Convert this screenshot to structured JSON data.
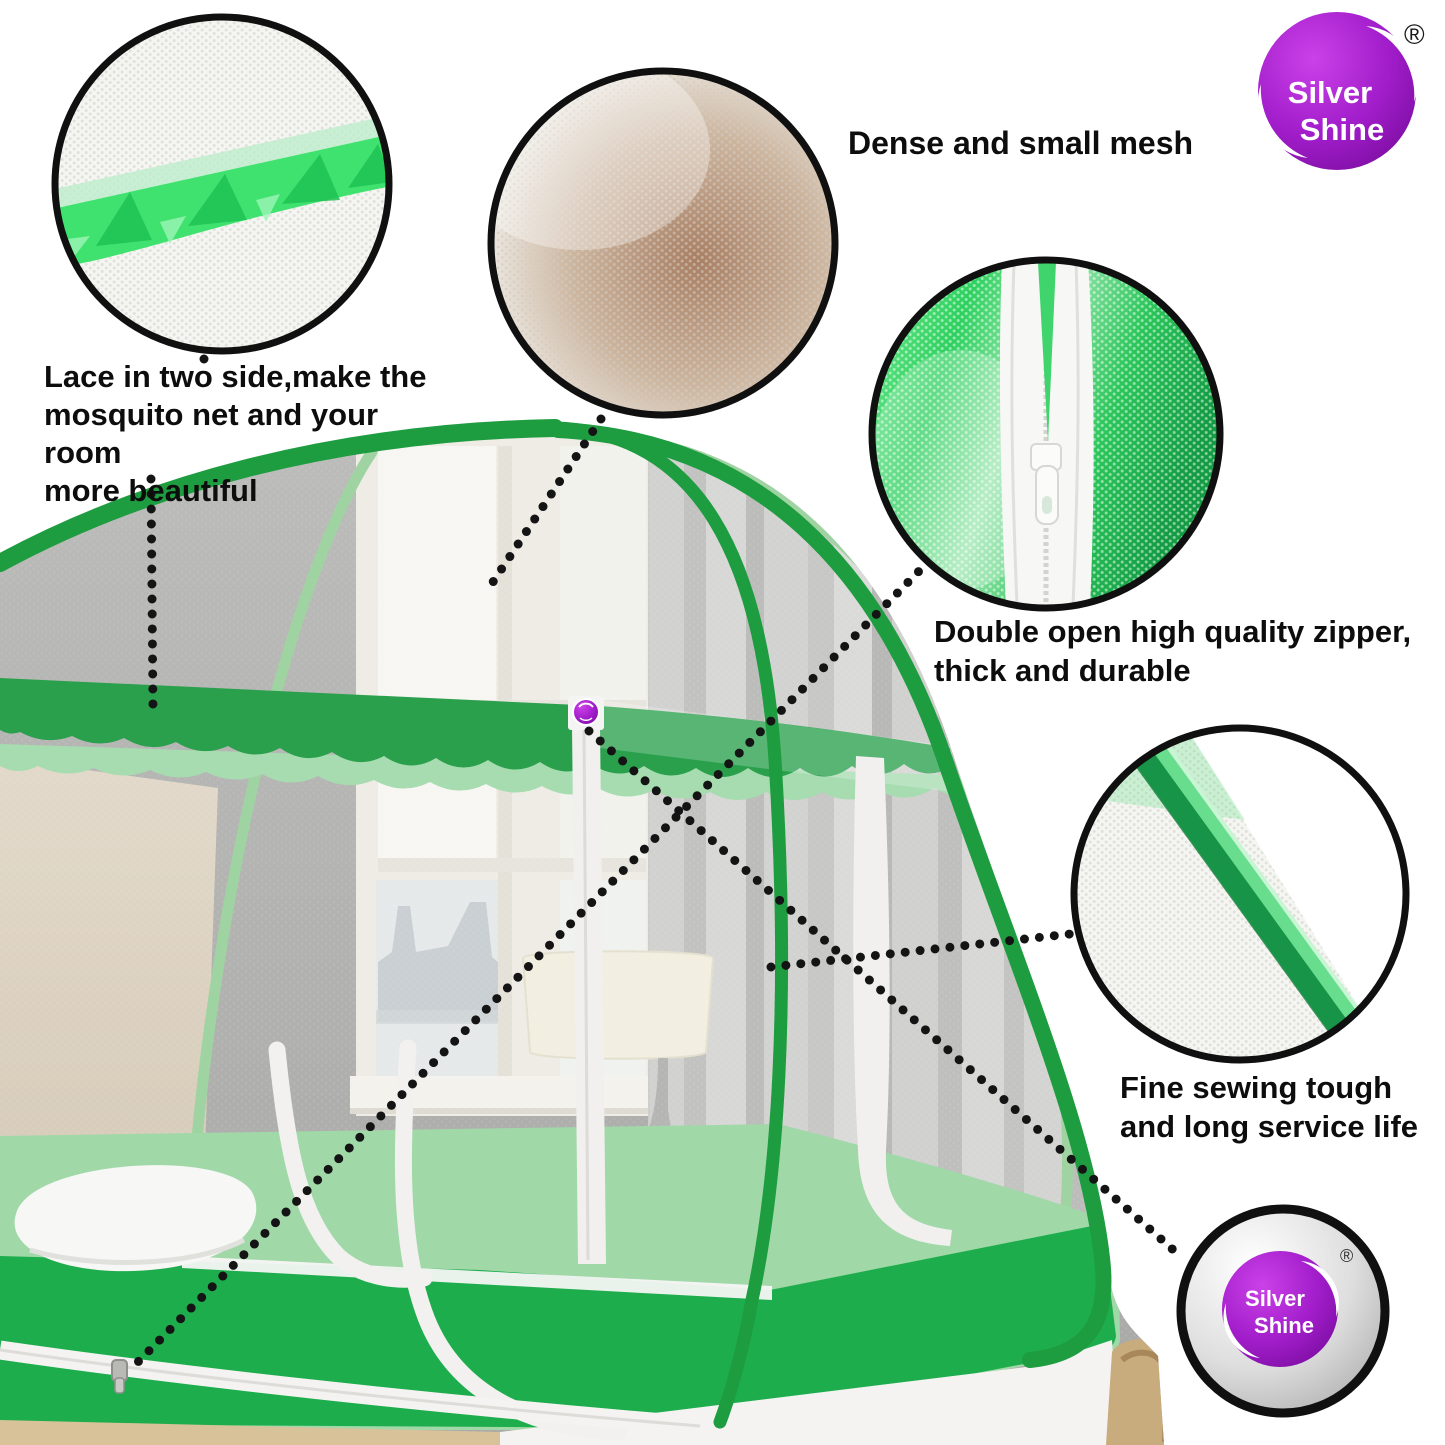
{
  "brand": {
    "line1": "Silver",
    "line2": "Shine",
    "registered": "®"
  },
  "captions": {
    "lace": "Lace in two side,make the\nmosquito net and your room\nmore beautiful",
    "mesh": "Dense and small mesh",
    "zipper": "Double open high quality zipper,\nthick and durable",
    "sewing": "Fine sewing tough\nand long service life"
  },
  "colors": {
    "brand-purple": "#9c1cc4",
    "pole-green": "#1e9c40",
    "bright-green": "#3fe26e",
    "valance-green": "#2aa04c",
    "bed-green": "#1ead4d",
    "bed-light-green": "#a3daab",
    "leader-line": "#141414"
  }
}
